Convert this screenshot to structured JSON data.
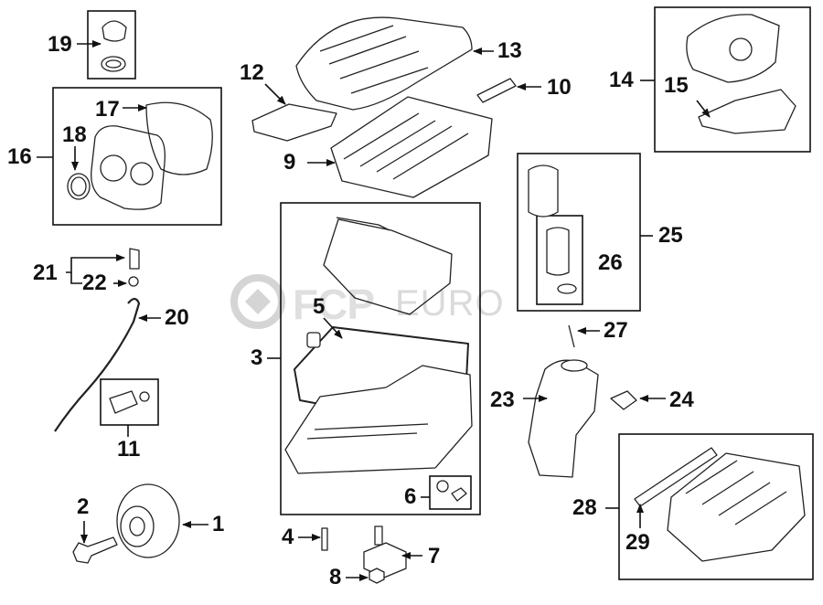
{
  "watermark": {
    "brand": "FCP",
    "suffix": "EURO"
  },
  "callouts": [
    {
      "id": "1",
      "label": "1"
    },
    {
      "id": "2",
      "label": "2"
    },
    {
      "id": "3",
      "label": "3"
    },
    {
      "id": "4",
      "label": "4"
    },
    {
      "id": "5",
      "label": "5"
    },
    {
      "id": "6",
      "label": "6"
    },
    {
      "id": "7",
      "label": "7"
    },
    {
      "id": "8",
      "label": "8"
    },
    {
      "id": "9",
      "label": "9"
    },
    {
      "id": "10",
      "label": "10"
    },
    {
      "id": "11",
      "label": "11"
    },
    {
      "id": "12",
      "label": "12"
    },
    {
      "id": "13",
      "label": "13"
    },
    {
      "id": "14",
      "label": "14"
    },
    {
      "id": "15",
      "label": "15"
    },
    {
      "id": "16",
      "label": "16"
    },
    {
      "id": "17",
      "label": "17"
    },
    {
      "id": "18",
      "label": "18"
    },
    {
      "id": "19",
      "label": "19"
    },
    {
      "id": "20",
      "label": "20"
    },
    {
      "id": "21",
      "label": "21"
    },
    {
      "id": "22",
      "label": "22"
    },
    {
      "id": "23",
      "label": "23"
    },
    {
      "id": "24",
      "label": "24"
    },
    {
      "id": "25",
      "label": "25"
    },
    {
      "id": "26",
      "label": "26"
    },
    {
      "id": "27",
      "label": "27"
    },
    {
      "id": "28",
      "label": "28"
    },
    {
      "id": "29",
      "label": "29"
    }
  ]
}
